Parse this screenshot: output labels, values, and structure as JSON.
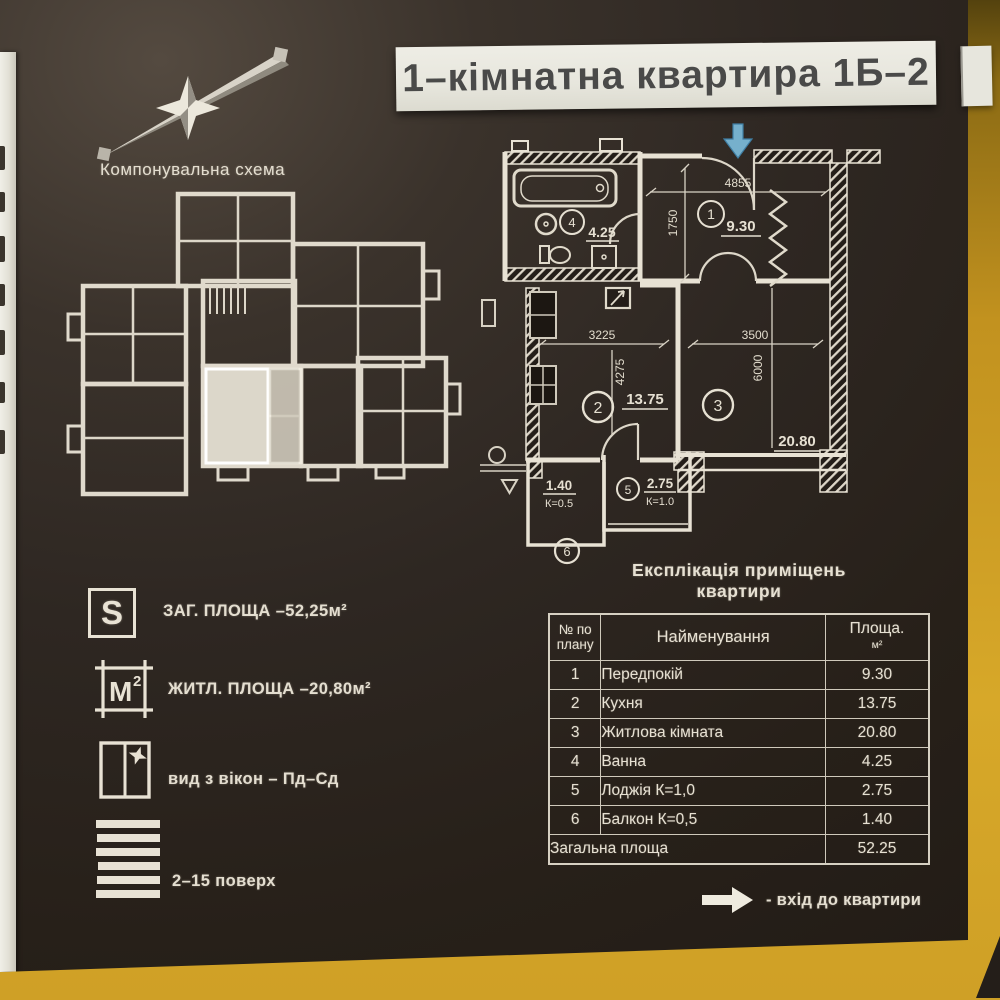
{
  "banner": {
    "title": "1–кімнатна квартира 1Б–2"
  },
  "scheme": {
    "caption": "Компонувальна схема"
  },
  "plan": {
    "dims": {
      "hall_width_mm": "4855",
      "hall_depth_mm": "1750",
      "kitchen_width_mm": "3225",
      "kitchen_depth_mm": "4275",
      "living_width_mm": "3500",
      "living_depth_mm": "6000"
    },
    "rooms": [
      {
        "num": "1",
        "area": "9.30"
      },
      {
        "num": "2",
        "area": "13.75"
      },
      {
        "num": "3",
        "area": "20.80"
      },
      {
        "num": "4",
        "area": "4.25"
      },
      {
        "num": "5",
        "area": "2.75",
        "coef": "К=1.0"
      },
      {
        "num": "6",
        "area": "1.40",
        "coef": "К=0.5"
      }
    ]
  },
  "legend": {
    "total_area": {
      "symbol": "S",
      "label": "ЗАГ. ПЛОЩА –52,25м²"
    },
    "living_area": {
      "symbol": "М",
      "symbol_sup": "2",
      "label": "ЖИТЛ. ПЛОЩА –20,80м²"
    },
    "windows_view": {
      "label": "вид з вікон – Пд–Сд"
    },
    "floors": {
      "label": "2–15 поверх"
    }
  },
  "table": {
    "title_line1": "Експлікація  приміщень",
    "title_line2": "квартири",
    "headers": {
      "num_line1": "№ по",
      "num_line2": "плану",
      "name": "Найменування",
      "area_line1": "Площа.",
      "area_line2": "м²"
    },
    "rows": [
      {
        "num": "1",
        "name": "Передпокій",
        "area": "9.30"
      },
      {
        "num": "2",
        "name": "Кухня",
        "area": "13.75"
      },
      {
        "num": "3",
        "name": "Житлова кімната",
        "area": "20.80"
      },
      {
        "num": "4",
        "name": "Ванна",
        "area": "4.25"
      },
      {
        "num": "5",
        "name": "Лоджія  К=1,0",
        "area": "2.75"
      },
      {
        "num": "6",
        "name": "Балкон  К=0,5",
        "area": "1.40"
      }
    ],
    "total_row": {
      "name": "Загальна площа",
      "area": "52.25"
    }
  },
  "entrance": {
    "note": "- вхід до квартири"
  },
  "colors": {
    "page_bg": "#2e2721",
    "banner_bg": "#e9e8df",
    "banner_text": "#4a4a49",
    "plan_line": "#e8e2d4",
    "entry_arrow_blue": "#76b0cc",
    "backdrop_orange": "#d7a829"
  }
}
